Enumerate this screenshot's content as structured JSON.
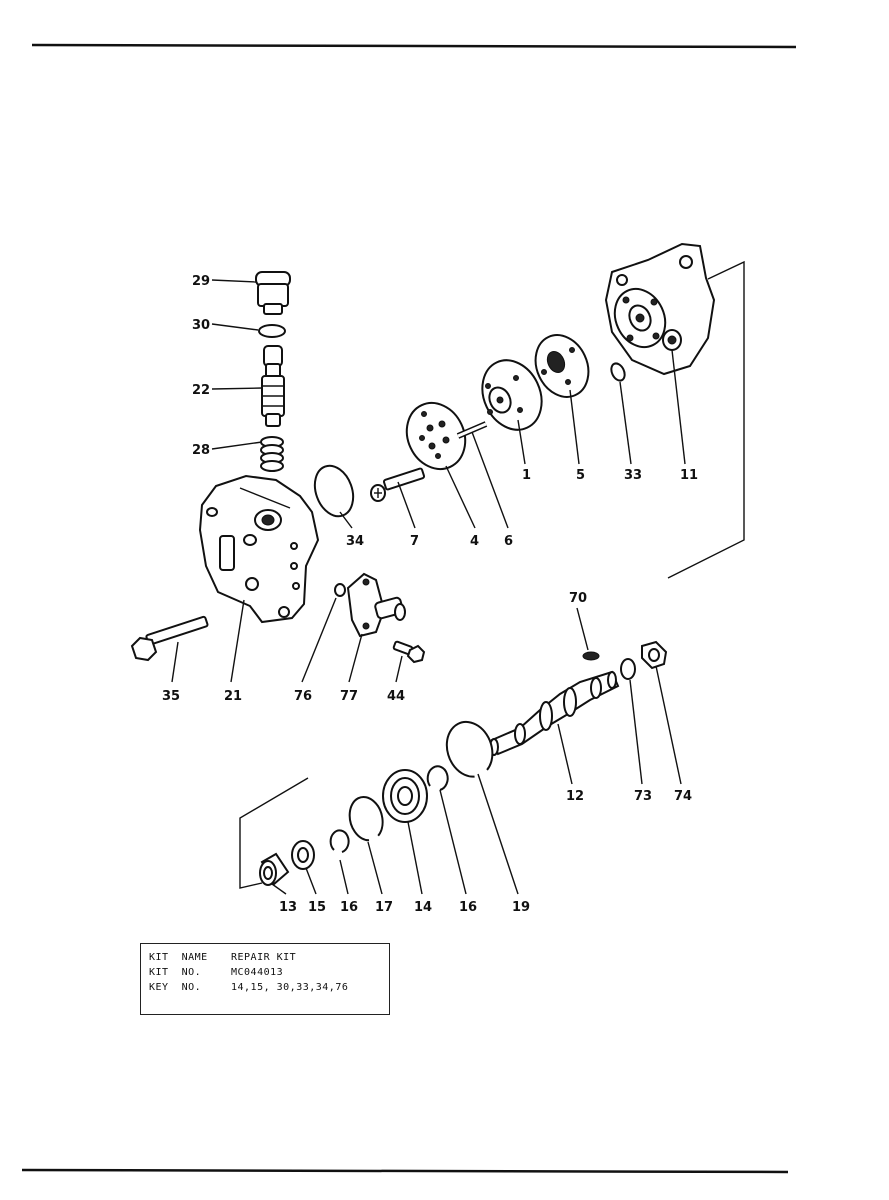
{
  "header_text": "",
  "kit": {
    "rows": [
      {
        "key": "KIT  NAME",
        "value": "REPAIR  KIT"
      },
      {
        "key": "KIT  NO.",
        "value": "MC044013"
      },
      {
        "key": "KEY  NO.",
        "value": "14,15, 30,33,34,76"
      }
    ]
  },
  "callouts": [
    {
      "id": "29",
      "label": "29"
    },
    {
      "id": "30",
      "label": "30"
    },
    {
      "id": "22",
      "label": "22"
    },
    {
      "id": "28",
      "label": "28"
    },
    {
      "id": "1",
      "label": "1"
    },
    {
      "id": "5",
      "label": "5"
    },
    {
      "id": "33",
      "label": "33"
    },
    {
      "id": "11",
      "label": "11"
    },
    {
      "id": "34",
      "label": "34"
    },
    {
      "id": "7",
      "label": "7"
    },
    {
      "id": "4",
      "label": "4"
    },
    {
      "id": "6",
      "label": "6"
    },
    {
      "id": "70",
      "label": "70"
    },
    {
      "id": "35",
      "label": "35"
    },
    {
      "id": "21",
      "label": "21"
    },
    {
      "id": "76",
      "label": "76"
    },
    {
      "id": "77",
      "label": "77"
    },
    {
      "id": "44",
      "label": "44"
    },
    {
      "id": "12",
      "label": "12"
    },
    {
      "id": "73",
      "label": "73"
    },
    {
      "id": "74",
      "label": "74"
    },
    {
      "id": "13",
      "label": "13"
    },
    {
      "id": "15",
      "label": "15"
    },
    {
      "id": "16a",
      "label": "16"
    },
    {
      "id": "17",
      "label": "17"
    },
    {
      "id": "14",
      "label": "14"
    },
    {
      "id": "16b",
      "label": "16"
    },
    {
      "id": "19",
      "label": "19"
    }
  ]
}
